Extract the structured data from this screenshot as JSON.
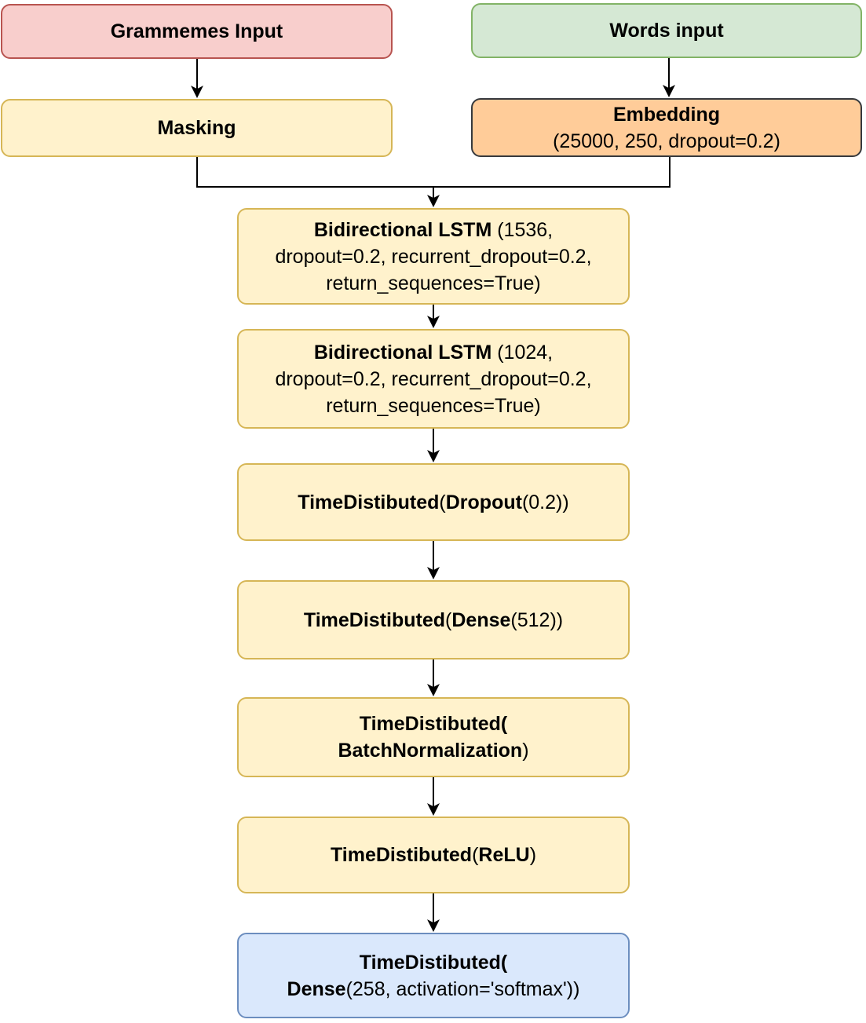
{
  "palette": {
    "red": {
      "fill": "#f8cecc",
      "stroke": "#b85450"
    },
    "green": {
      "fill": "#d5e8d4",
      "stroke": "#82b366"
    },
    "yellow": {
      "fill": "#fff2cc",
      "stroke": "#d6b656"
    },
    "orange": {
      "fill": "#ffcc99",
      "stroke": "#36393d"
    },
    "blue": {
      "fill": "#dae8fc",
      "stroke": "#6c8ebf"
    },
    "connector": "#000000"
  },
  "nodes": [
    {
      "id": "grammemes-input",
      "color": "red",
      "lines": [
        [
          {
            "t": "Grammemes Input",
            "b": true
          }
        ]
      ]
    },
    {
      "id": "words-input",
      "color": "green",
      "lines": [
        [
          {
            "t": "Words input",
            "b": true
          }
        ]
      ]
    },
    {
      "id": "masking",
      "color": "yellow",
      "lines": [
        [
          {
            "t": "Masking",
            "b": true
          }
        ]
      ]
    },
    {
      "id": "embedding",
      "color": "orange",
      "lines": [
        [
          {
            "t": "Embedding",
            "b": true
          }
        ],
        [
          {
            "t": "(25000, 250, dropout=0.2)"
          }
        ]
      ]
    },
    {
      "id": "bilstm-1536",
      "color": "yellow",
      "lines": [
        [
          {
            "t": "Bidirectional LSTM",
            "b": true
          },
          {
            "t": " (1536,"
          }
        ],
        [
          {
            "t": "dropout=0.2, recurrent_dropout=0.2,"
          }
        ],
        [
          {
            "t": "return_sequences=True)"
          }
        ]
      ]
    },
    {
      "id": "bilstm-1024",
      "color": "yellow",
      "lines": [
        [
          {
            "t": "Bidirectional LSTM",
            "b": true
          },
          {
            "t": " (1024,"
          }
        ],
        [
          {
            "t": "dropout=0.2, recurrent_dropout=0.2,"
          }
        ],
        [
          {
            "t": "return_sequences=True)"
          }
        ]
      ]
    },
    {
      "id": "td-dropout",
      "color": "yellow",
      "lines": [
        [
          {
            "t": "TimeDistibuted",
            "b": true
          },
          {
            "t": "("
          },
          {
            "t": "Dropout",
            "b": true
          },
          {
            "t": "(0.2))"
          }
        ]
      ]
    },
    {
      "id": "td-dense-512",
      "color": "yellow",
      "lines": [
        [
          {
            "t": "TimeDistibuted",
            "b": true
          },
          {
            "t": "("
          },
          {
            "t": "Dense",
            "b": true
          },
          {
            "t": "(512))"
          }
        ]
      ]
    },
    {
      "id": "td-batchnorm",
      "color": "yellow",
      "lines": [
        [
          {
            "t": "TimeDistibuted(",
            "b": true
          }
        ],
        [
          {
            "t": "BatchNormalization",
            "b": true
          },
          {
            "t": ")"
          }
        ]
      ]
    },
    {
      "id": "td-relu",
      "color": "yellow",
      "lines": [
        [
          {
            "t": "TimeDistibuted",
            "b": true
          },
          {
            "t": "("
          },
          {
            "t": "ReLU",
            "b": true
          },
          {
            "t": ")"
          }
        ]
      ]
    },
    {
      "id": "td-dense-softmax",
      "color": "blue",
      "lines": [
        [
          {
            "t": "TimeDistibuted(",
            "b": true
          }
        ],
        [
          {
            "t": "Dense",
            "b": true
          },
          {
            "t": "(258, activation='softmax'))"
          }
        ]
      ]
    }
  ]
}
